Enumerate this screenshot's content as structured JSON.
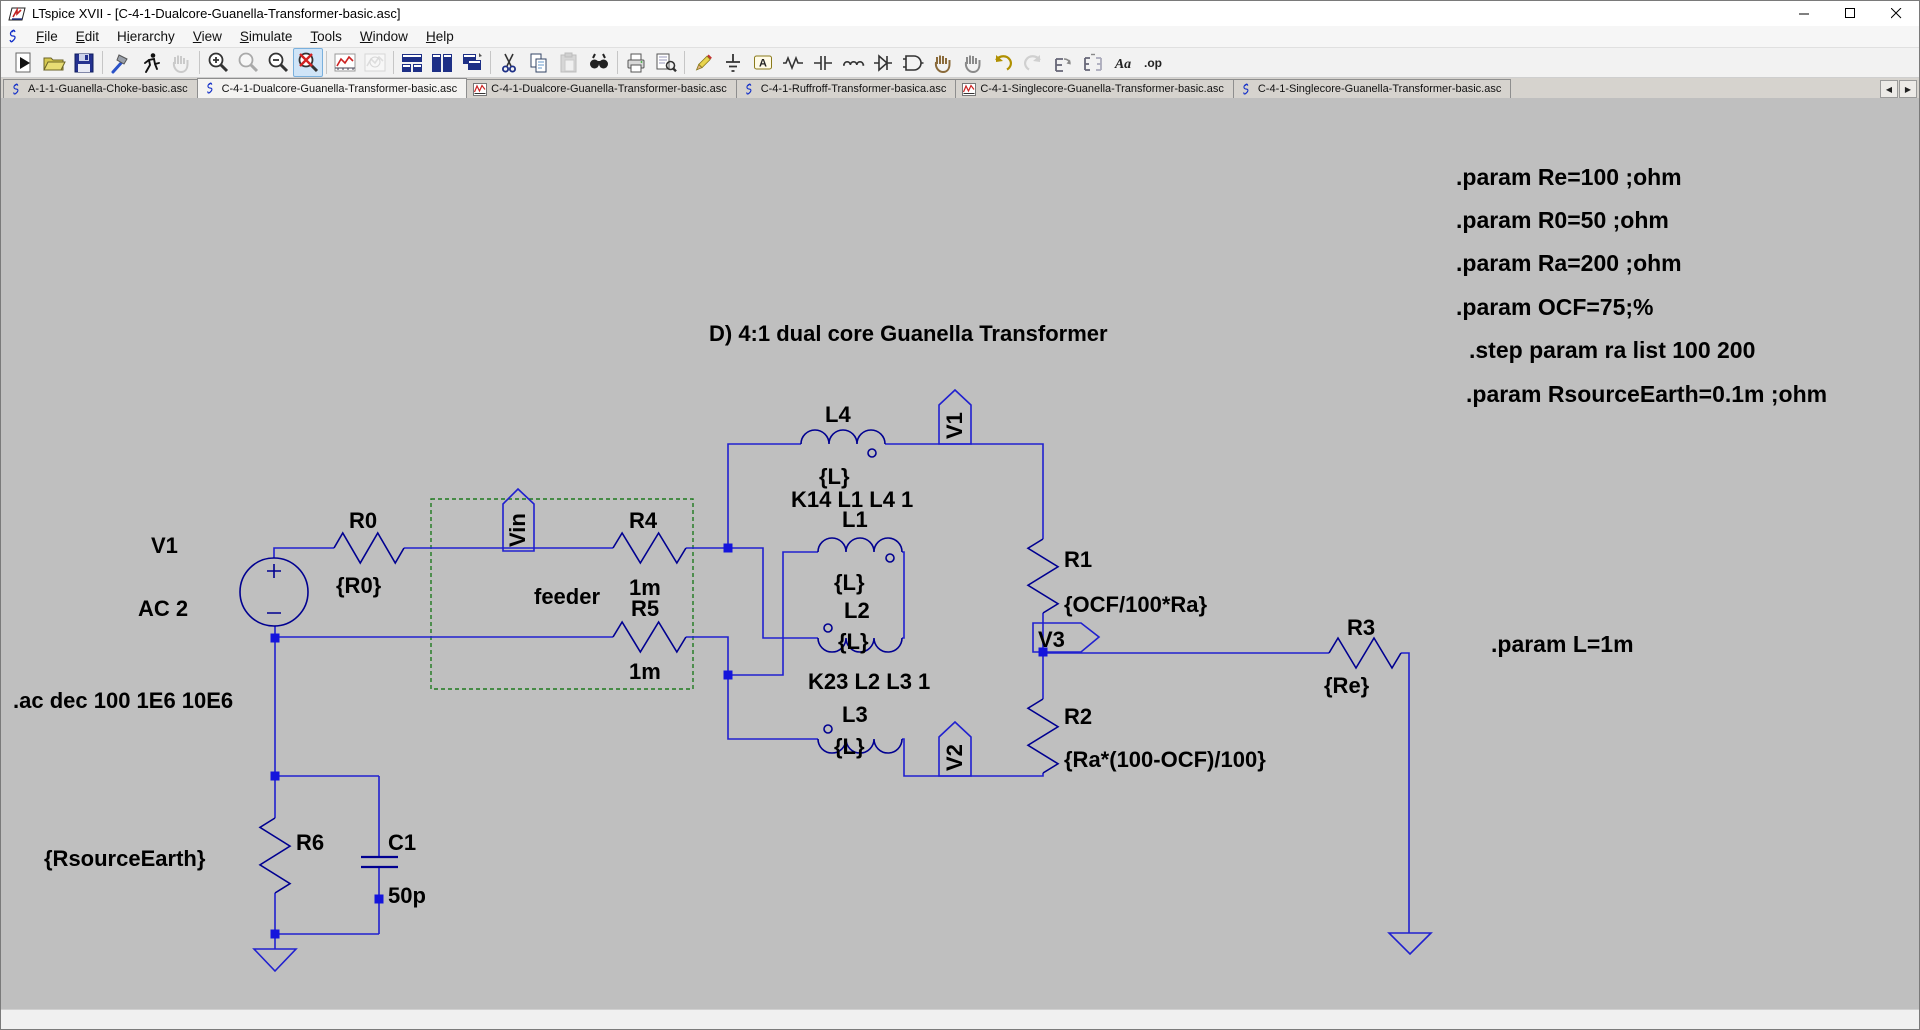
{
  "window": {
    "title": "LTspice XVII - [C-4-1-Dualcore-Guanella-Transformer-basic.asc]",
    "caption_buttons": [
      "minimize",
      "maximize",
      "close"
    ]
  },
  "menu": {
    "items": [
      {
        "label": "File",
        "underline": 0
      },
      {
        "label": "Edit",
        "underline": 0
      },
      {
        "label": "Hierarchy",
        "underline": 1
      },
      {
        "label": "View",
        "underline": 0
      },
      {
        "label": "Simulate",
        "underline": 0
      },
      {
        "label": "Tools",
        "underline": 0
      },
      {
        "label": "Window",
        "underline": 0
      },
      {
        "label": "Help",
        "underline": 0
      }
    ]
  },
  "toolbar": {
    "icons": [
      {
        "name": "run",
        "kind": "run"
      },
      {
        "name": "open",
        "kind": "folder"
      },
      {
        "name": "save",
        "kind": "floppy"
      },
      {
        "sep": true
      },
      {
        "name": "control-panel",
        "kind": "hammer"
      },
      {
        "name": "halt",
        "kind": "runner"
      },
      {
        "name": "pan",
        "kind": "hand",
        "disabled": true
      },
      {
        "sep": true
      },
      {
        "name": "zoom-in",
        "kind": "zoom",
        "sym": "+"
      },
      {
        "name": "zoom-back",
        "kind": "zoom",
        "sym": "",
        "disabled": true
      },
      {
        "name": "zoom-out",
        "kind": "zoom",
        "sym": "-"
      },
      {
        "name": "zoom-full-extents",
        "kind": "zoomx",
        "active": true
      },
      {
        "sep": true
      },
      {
        "name": "autorange-waveform",
        "kind": "graph"
      },
      {
        "name": "pick-visible-traces",
        "kind": "graphg",
        "disabled": true
      },
      {
        "sep": true
      },
      {
        "name": "tile-horizontal",
        "kind": "tileh"
      },
      {
        "name": "tile-vertical",
        "kind": "tilev"
      },
      {
        "name": "cascade-windows",
        "kind": "cascade"
      },
      {
        "sep": true
      },
      {
        "name": "cut",
        "kind": "cut"
      },
      {
        "name": "copy",
        "kind": "copy"
      },
      {
        "name": "paste",
        "kind": "paste",
        "disabled": true
      },
      {
        "name": "find",
        "kind": "find"
      },
      {
        "sep": true
      },
      {
        "name": "print",
        "kind": "print"
      },
      {
        "name": "print-preview",
        "kind": "preview"
      },
      {
        "sep": true
      },
      {
        "name": "draw-wire",
        "kind": "pencil"
      },
      {
        "name": "place-ground",
        "kind": "gnd"
      },
      {
        "name": "place-label",
        "kind": "label",
        "label": "A"
      },
      {
        "name": "place-resistor",
        "kind": "res"
      },
      {
        "name": "place-capacitor",
        "kind": "cap"
      },
      {
        "name": "place-inductor",
        "kind": "ind"
      },
      {
        "name": "place-diode",
        "kind": "diode"
      },
      {
        "name": "place-component",
        "kind": "comp"
      },
      {
        "name": "move",
        "kind": "hand2"
      },
      {
        "name": "drag",
        "kind": "hand"
      },
      {
        "name": "undo",
        "kind": "undo"
      },
      {
        "name": "redo",
        "kind": "redo",
        "disabled": true
      },
      {
        "name": "rotate",
        "kind": "rot"
      },
      {
        "name": "mirror",
        "kind": "mir"
      },
      {
        "name": "text",
        "kind": "txt",
        "label": "Aa"
      },
      {
        "name": "spice-directive",
        "kind": "txt2",
        "label": ".op"
      }
    ]
  },
  "tabs": {
    "items": [
      {
        "label": "A-1-1-Guanella-Choke-basic.asc",
        "icon": "schematic",
        "active": false
      },
      {
        "label": "C-4-1-Dualcore-Guanella-Transformer-basic.asc",
        "icon": "schematic",
        "active": true
      },
      {
        "label": "C-4-1-Dualcore-Guanella-Transformer-basic.asc",
        "icon": "waveform",
        "active": false
      },
      {
        "label": "C-4-1-Ruffroff-Transformer-basica.asc",
        "icon": "schematic",
        "active": false
      },
      {
        "label": "C-4-1-Singlecore-Guanella-Transformer-basic.asc",
        "icon": "waveform",
        "active": false
      },
      {
        "label": "C-4-1-Singlecore-Guanella-Transformer-basic.asc",
        "icon": "schematic",
        "active": false
      }
    ],
    "scroll_left": "◀",
    "scroll_right": "▶"
  },
  "schematic": {
    "title": "D) 4:1 dual core Guanella Transformer",
    "feeder_label": "feeder",
    "directives": {
      "ac": ".ac dec 100 1E6 10E6",
      "param_l": ".param L=1m",
      "right": [
        ".param Re=100 ;ohm",
        ".param R0=50 ;ohm",
        ".param Ra=200 ;ohm",
        ".param OCF=75;%",
        ".step param ra list 100 200",
        ".param RsourceEarth=0.1m ;ohm"
      ]
    },
    "components": {
      "v1": {
        "ref": "V1",
        "value": "AC 2"
      },
      "r0": {
        "ref": "R0",
        "value": "{R0}"
      },
      "r4": {
        "ref": "R4",
        "value": "1m"
      },
      "r5": {
        "ref": "R5",
        "value": "1m"
      },
      "l4": {
        "ref": "L4",
        "value": "{L}"
      },
      "l1": {
        "ref": "L1",
        "value": "{L}"
      },
      "l2": {
        "ref": "L2",
        "value": "{L}"
      },
      "l3": {
        "ref": "L3",
        "value": "{L}"
      },
      "r1": {
        "ref": "R1",
        "value": "{OCF/100*Ra}"
      },
      "r2": {
        "ref": "R2",
        "value": "{Ra*(100-OCF)/100}"
      },
      "r3": {
        "ref": "R3",
        "value": "{Re}"
      },
      "r6": {
        "ref": "R6",
        "value": "{RsourceEarth}"
      },
      "c1": {
        "ref": "C1",
        "value": "50p"
      }
    },
    "couplings": {
      "k14": "K14 L1 L4 1",
      "k23": "K23 L2 L3 1"
    },
    "flags": {
      "vin": "Vin",
      "v1": "V1",
      "v2": "V2",
      "v3": "V3"
    },
    "colors": {
      "wire": "#2020cf",
      "component": "#000090",
      "junction": "#1414dc",
      "text": "#000000",
      "green": "#007000",
      "canvas": "#bfbfbf"
    }
  }
}
